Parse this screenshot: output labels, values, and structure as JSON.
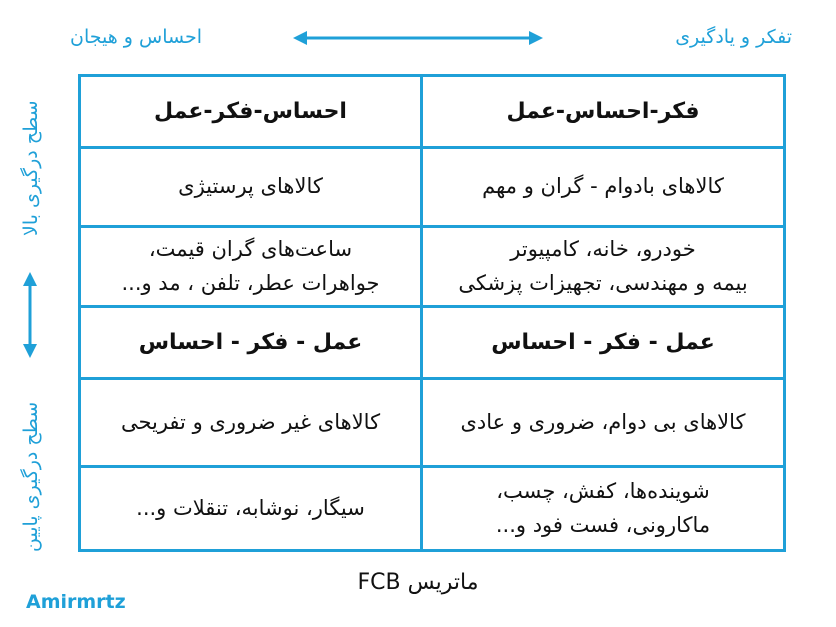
{
  "labels": {
    "top_left": "احساس و هیجان",
    "top_right": "تفکر و یادگیری",
    "side_top": "سطح درگیری بالا",
    "side_bottom": "سطح درگیری پایین"
  },
  "matrix": {
    "q1": {
      "right_head": "فکر-احساس-عمل",
      "left_head": "احساس-فکر-عمل",
      "right_type": "کالاهای بادوام - گران و مهم",
      "left_type": "کالاهای پرستیژی",
      "right_examples": "خودرو، خانه، کامپیوتر\nبیمه و مهندسی، تجهیزات پزشکی",
      "left_examples": "ساعت‌های گران قیمت،\nجواهرات عطر، تلفن ، مد و..."
    },
    "q2": {
      "right_head": "عمل - فکر - احساس",
      "left_head": "عمل - فکر - احساس",
      "right_type": "کالاهای بی دوام، ضروری و عادی",
      "left_type": "کالاهای غیر ضروری و تفریحی",
      "right_examples": "شوینده‌ها، کفش، چسب،\nماکارونی، فست فود و...",
      "left_examples": "سیگار، نوشابه، تنقلات و..."
    }
  },
  "footer": {
    "title": "ماتریس FCB",
    "brand": "Amirmrtz"
  },
  "colors": {
    "accent": "#1fa0d8",
    "text": "#111111"
  }
}
